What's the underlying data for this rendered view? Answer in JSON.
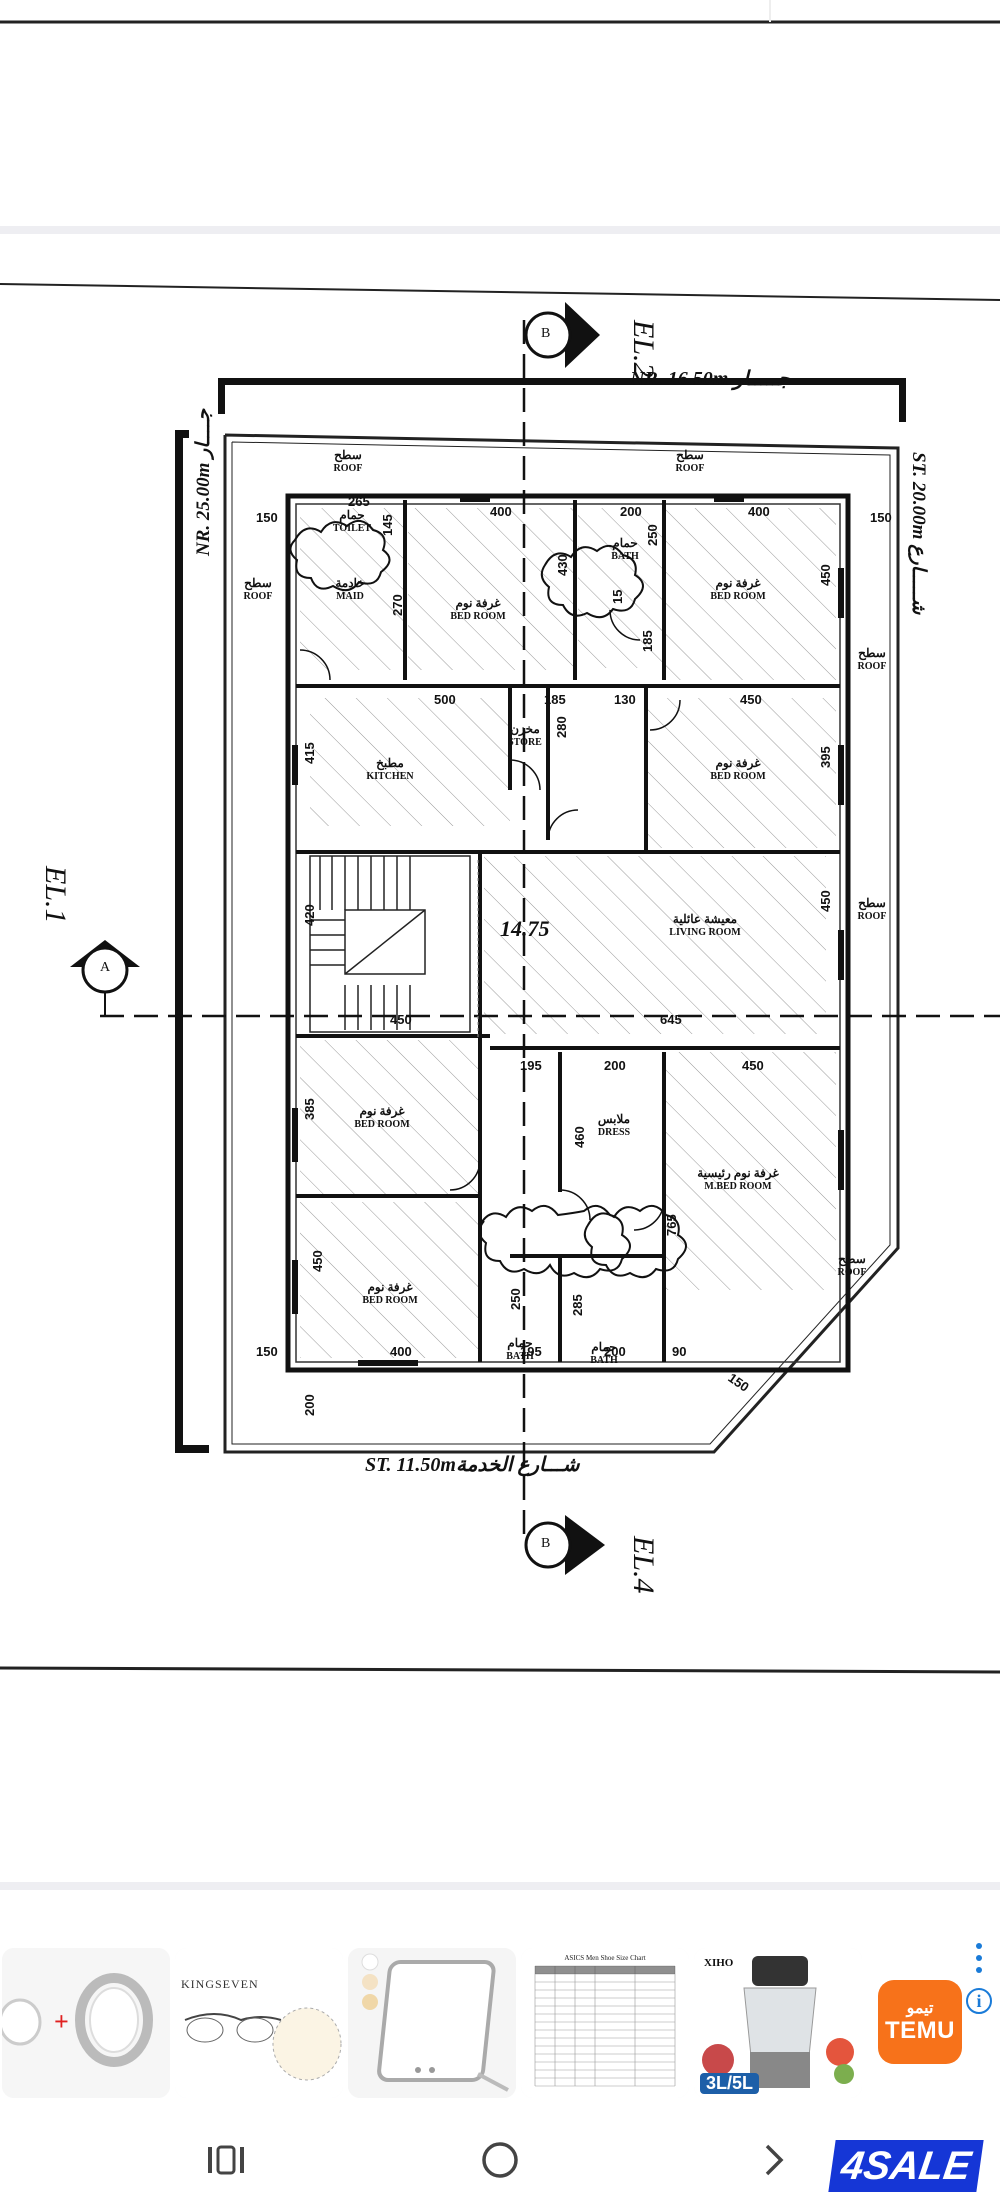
{
  "plan": {
    "elevations": {
      "el1": "EL.1",
      "el2": "EL.2",
      "el4": "EL.4"
    },
    "section_marks": {
      "a": "A",
      "b_top": "B",
      "b_bottom": "B"
    },
    "neighbors": {
      "top": "NR. 16.50m  جـــــار",
      "left": "NR. 25.00m  جــــار",
      "right": "ST. 20.00m  شـــــارع",
      "bottom_en": "ST. 11.50m",
      "bottom_ar": "شـــارع الخدمة"
    },
    "rooms": [
      {
        "ar": "سطح",
        "en": "ROOF"
      },
      {
        "ar": "سطح",
        "en": "ROOF"
      },
      {
        "ar": "سطح",
        "en": "ROOF"
      },
      {
        "ar": "حمام",
        "en": "TOILET"
      },
      {
        "ar": "خادمة",
        "en": "MAID"
      },
      {
        "ar": "غرفة نوم",
        "en": "BED ROOM"
      },
      {
        "ar": "حمام",
        "en": "BATH"
      },
      {
        "ar": "غرفة نوم",
        "en": "BED ROOM"
      },
      {
        "ar": "سطح",
        "en": "ROOF"
      },
      {
        "ar": "مطبخ",
        "en": "KITCHEN"
      },
      {
        "ar": "مخزن",
        "en": "STORE"
      },
      {
        "ar": "غرفة نوم",
        "en": "BED ROOM"
      },
      {
        "ar": "سطح",
        "en": "ROOF"
      },
      {
        "ar": "معيشة عائلية",
        "en": "LIVING ROOM"
      },
      {
        "ar": "غرفة نوم",
        "en": "BED ROOM"
      },
      {
        "ar": "ملابس",
        "en": "DRESS"
      },
      {
        "ar": "غرفة نوم رئيسية",
        "en": "M.BED ROOM"
      },
      {
        "ar": "غرفة نوم",
        "en": "BED ROOM"
      },
      {
        "ar": "حمام",
        "en": "BATH"
      },
      {
        "ar": "حمام",
        "en": "BATH"
      },
      {
        "ar": "سطح",
        "en": "ROOF"
      }
    ],
    "level": "14.75",
    "dims": [
      "150",
      "265",
      "145",
      "400",
      "200",
      "400",
      "150",
      "270",
      "430",
      "250",
      "15",
      "450",
      "185",
      "500",
      "185",
      "130",
      "450",
      "415",
      "280",
      "395",
      "420",
      "450",
      "645",
      "450",
      "195",
      "200",
      "450",
      "385",
      "460",
      "450",
      "400",
      "250",
      "285",
      "765",
      "150",
      "195",
      "200",
      "90",
      "150",
      "200"
    ]
  },
  "ads": {
    "cards": [
      {
        "name": "watch-case-ad",
        "label": ""
      },
      {
        "name": "kingseven-glasses-ad",
        "label": "KINGSEVEN"
      },
      {
        "name": "light-therapy-lamp-ad",
        "label": ""
      },
      {
        "name": "size-chart-ad",
        "label": "ASICS Men Shoe Size Chart"
      },
      {
        "name": "food-chopper-ad",
        "label": "3L/5L",
        "brand": "XIHO"
      }
    ],
    "temu_ar": "تيمو",
    "temu_en": "TEMU",
    "info": "i"
  },
  "brand": "4SALE",
  "colors": {
    "brand_blue": "#1536d6",
    "temu_orange": "#f7721a",
    "separator": "#eeeef2"
  }
}
